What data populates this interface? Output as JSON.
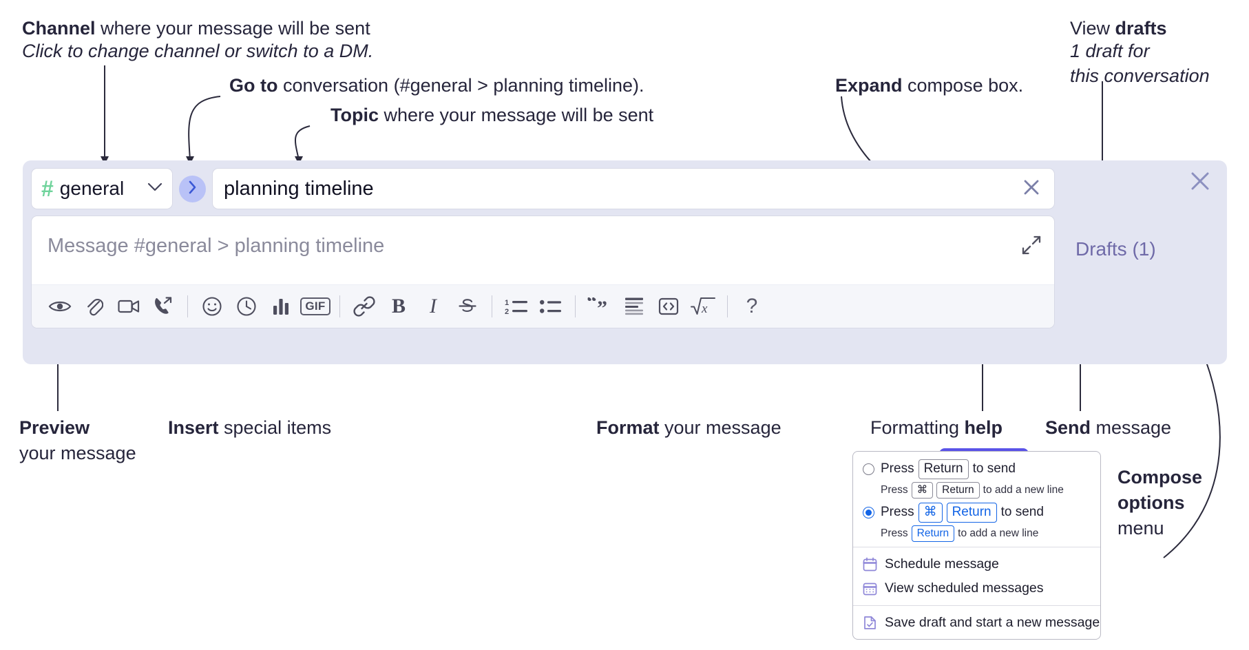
{
  "annotations": {
    "channel": {
      "bold": "Channel",
      "rest": " where your message will be sent",
      "note": "Click to change channel or switch to a DM."
    },
    "goto": {
      "bold": "Go to",
      "rest": " conversation (#general > planning timeline)."
    },
    "topic": {
      "bold": "Topic",
      "rest": " where your message will be sent"
    },
    "expand": {
      "bold": "Expand",
      "rest": " compose box."
    },
    "drafts": {
      "rest": "View ",
      "bold": "drafts",
      "note_line1": "1 draft for",
      "note_line2": "this conversation"
    },
    "preview": {
      "bold": "Preview",
      "line2": "your message"
    },
    "insert": {
      "bold": "Insert",
      "rest": " special items"
    },
    "format": {
      "bold": "Format",
      "rest": " your message"
    },
    "formatting_help": {
      "rest": "Formatting ",
      "bold": "help"
    },
    "send": {
      "bold": "Send",
      "rest": " message"
    },
    "compose_options": {
      "line1": "Compose",
      "line2": "options",
      "line3": "menu"
    }
  },
  "compose": {
    "channel_name": "general",
    "channel_hash": "#",
    "topic_value": "planning timeline",
    "message_placeholder": "Message #general > planning timeline",
    "drafts_label": "Drafts (1)",
    "icons": {
      "chevron": "chevron-down-icon",
      "goto": "goto-chevron-icon",
      "clear": "clear-topic-icon",
      "expand": "expand-icon",
      "close": "close-icon",
      "send": "send-icon",
      "kebab": "compose-options-icon"
    },
    "toolbar": [
      {
        "name": "preview-icon",
        "label": "Preview"
      },
      {
        "name": "attachment-icon",
        "label": "Attach file"
      },
      {
        "name": "video-icon",
        "label": "Record video clip"
      },
      {
        "name": "audio-call-icon",
        "label": "Record audio clip"
      },
      {
        "name": "separator",
        "label": ""
      },
      {
        "name": "emoji-icon",
        "label": "Emoji"
      },
      {
        "name": "clock-icon",
        "label": "Reminder"
      },
      {
        "name": "poll-icon",
        "label": "Poll"
      },
      {
        "name": "gif-icon",
        "label": "GIF"
      },
      {
        "name": "separator",
        "label": ""
      },
      {
        "name": "link-icon",
        "label": "Link"
      },
      {
        "name": "bold-icon",
        "label": "Bold"
      },
      {
        "name": "italic-icon",
        "label": "Italic"
      },
      {
        "name": "strikethrough-icon",
        "label": "Strikethrough"
      },
      {
        "name": "separator",
        "label": ""
      },
      {
        "name": "ordered-list-icon",
        "label": "Ordered list"
      },
      {
        "name": "bulleted-list-icon",
        "label": "Bulleted list"
      },
      {
        "name": "separator",
        "label": ""
      },
      {
        "name": "blockquote-icon",
        "label": "Blockquote"
      },
      {
        "name": "code-block-icon",
        "label": "Code block"
      },
      {
        "name": "inline-code-icon",
        "label": "Code"
      },
      {
        "name": "math-icon",
        "label": "Math"
      },
      {
        "name": "separator",
        "label": ""
      },
      {
        "name": "help-icon",
        "label": "Formatting help"
      }
    ]
  },
  "menu": {
    "option1": {
      "selected": false,
      "press": "Press",
      "key": "Return",
      "tail": "to send",
      "sub_press": "Press",
      "sub_key1": "⌘",
      "sub_key2": "Return",
      "sub_tail": "to add a new line"
    },
    "option2": {
      "selected": true,
      "press": "Press",
      "key1": "⌘",
      "key2": "Return",
      "tail": "to send",
      "sub_press": "Press",
      "sub_key": "Return",
      "sub_tail": "to add a new line"
    },
    "items": [
      {
        "icon": "calendar-schedule-icon",
        "label": "Schedule message"
      },
      {
        "icon": "calendar-grid-icon",
        "label": "View scheduled messages"
      },
      {
        "icon": "save-draft-icon",
        "label": "Save draft and start a new message"
      }
    ]
  },
  "colors": {
    "compose_bg": "#e3e5f2",
    "send_button": "#5a53e8",
    "hash_green": "#6fd39b",
    "goto_bubble": "#b9c2f7",
    "drafts_text": "#6f6aa8",
    "menu_accent_blue": "#1264e6",
    "menu_icon_purple": "#8e86d8"
  }
}
